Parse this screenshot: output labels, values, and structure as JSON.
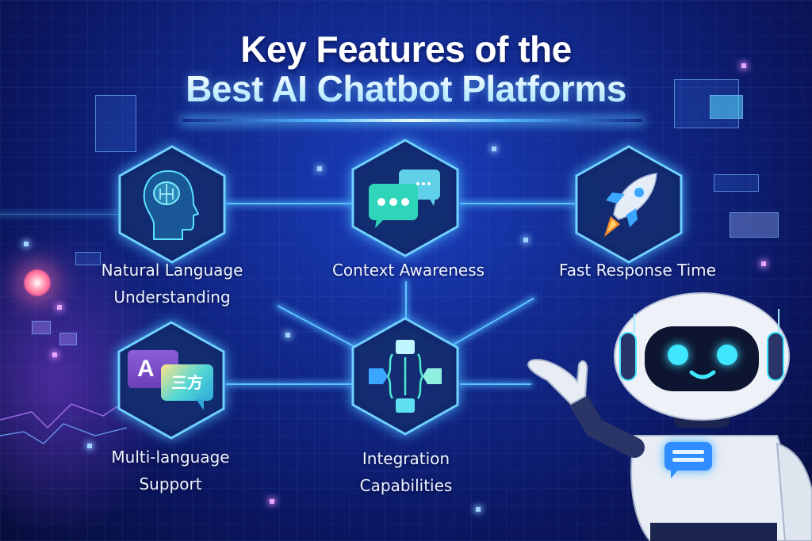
{
  "title": {
    "line1": "Key Features of the",
    "line2": "Best AI Chatbot Platforms"
  },
  "features": [
    {
      "label_line1": "Natural Language",
      "label_line2": "Understanding",
      "icon": "brain-head-icon"
    },
    {
      "label_line1": "Context Awareness",
      "label_line2": "",
      "icon": "chat-bubbles-icon"
    },
    {
      "label_line1": "Fast Response Time",
      "label_line2": "",
      "icon": "rocket-icon"
    },
    {
      "label_line1": "Multi-language",
      "label_line2": "Support",
      "icon": "translate-icon"
    },
    {
      "label_line1": "Integration",
      "label_line2": "Capabilities",
      "icon": "network-cubes-icon"
    }
  ],
  "translate_icon": {
    "latin": "A",
    "cjk": "三方"
  },
  "colors": {
    "background": "#122a8f",
    "accent_cyan": "#5cc4ff",
    "hex_border": "#6fd0ff",
    "text": "#eef4ff",
    "robot_eye": "#3fe6ff"
  }
}
